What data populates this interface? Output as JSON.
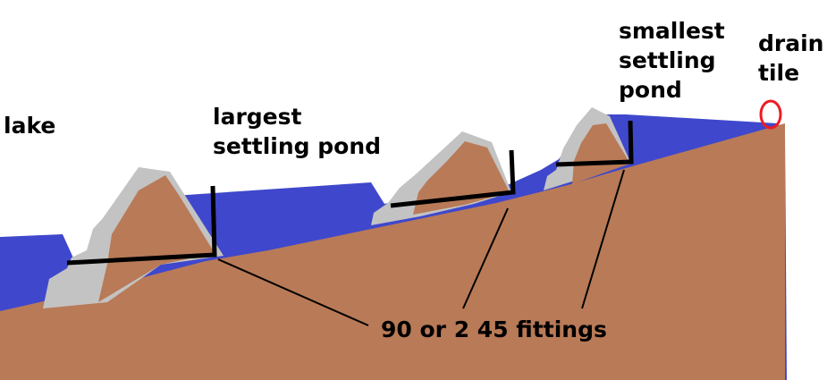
{
  "labels": {
    "lake": "lake",
    "largest_pond": "largest\nsettling pond",
    "smallest_pond": "smallest\nsettling\npond",
    "drain_tile": "drain\ntile",
    "fittings": "90 or 2 45 fittings"
  },
  "colors": {
    "water": "#3f48cc",
    "soil": "#b97a57",
    "rock": "#c3c3c3",
    "pipe": "#000000",
    "drain_tile_marker": "#ed1c24",
    "background": "#ffffff"
  },
  "icons": {
    "drain_tile_marker": "circle-outline"
  }
}
